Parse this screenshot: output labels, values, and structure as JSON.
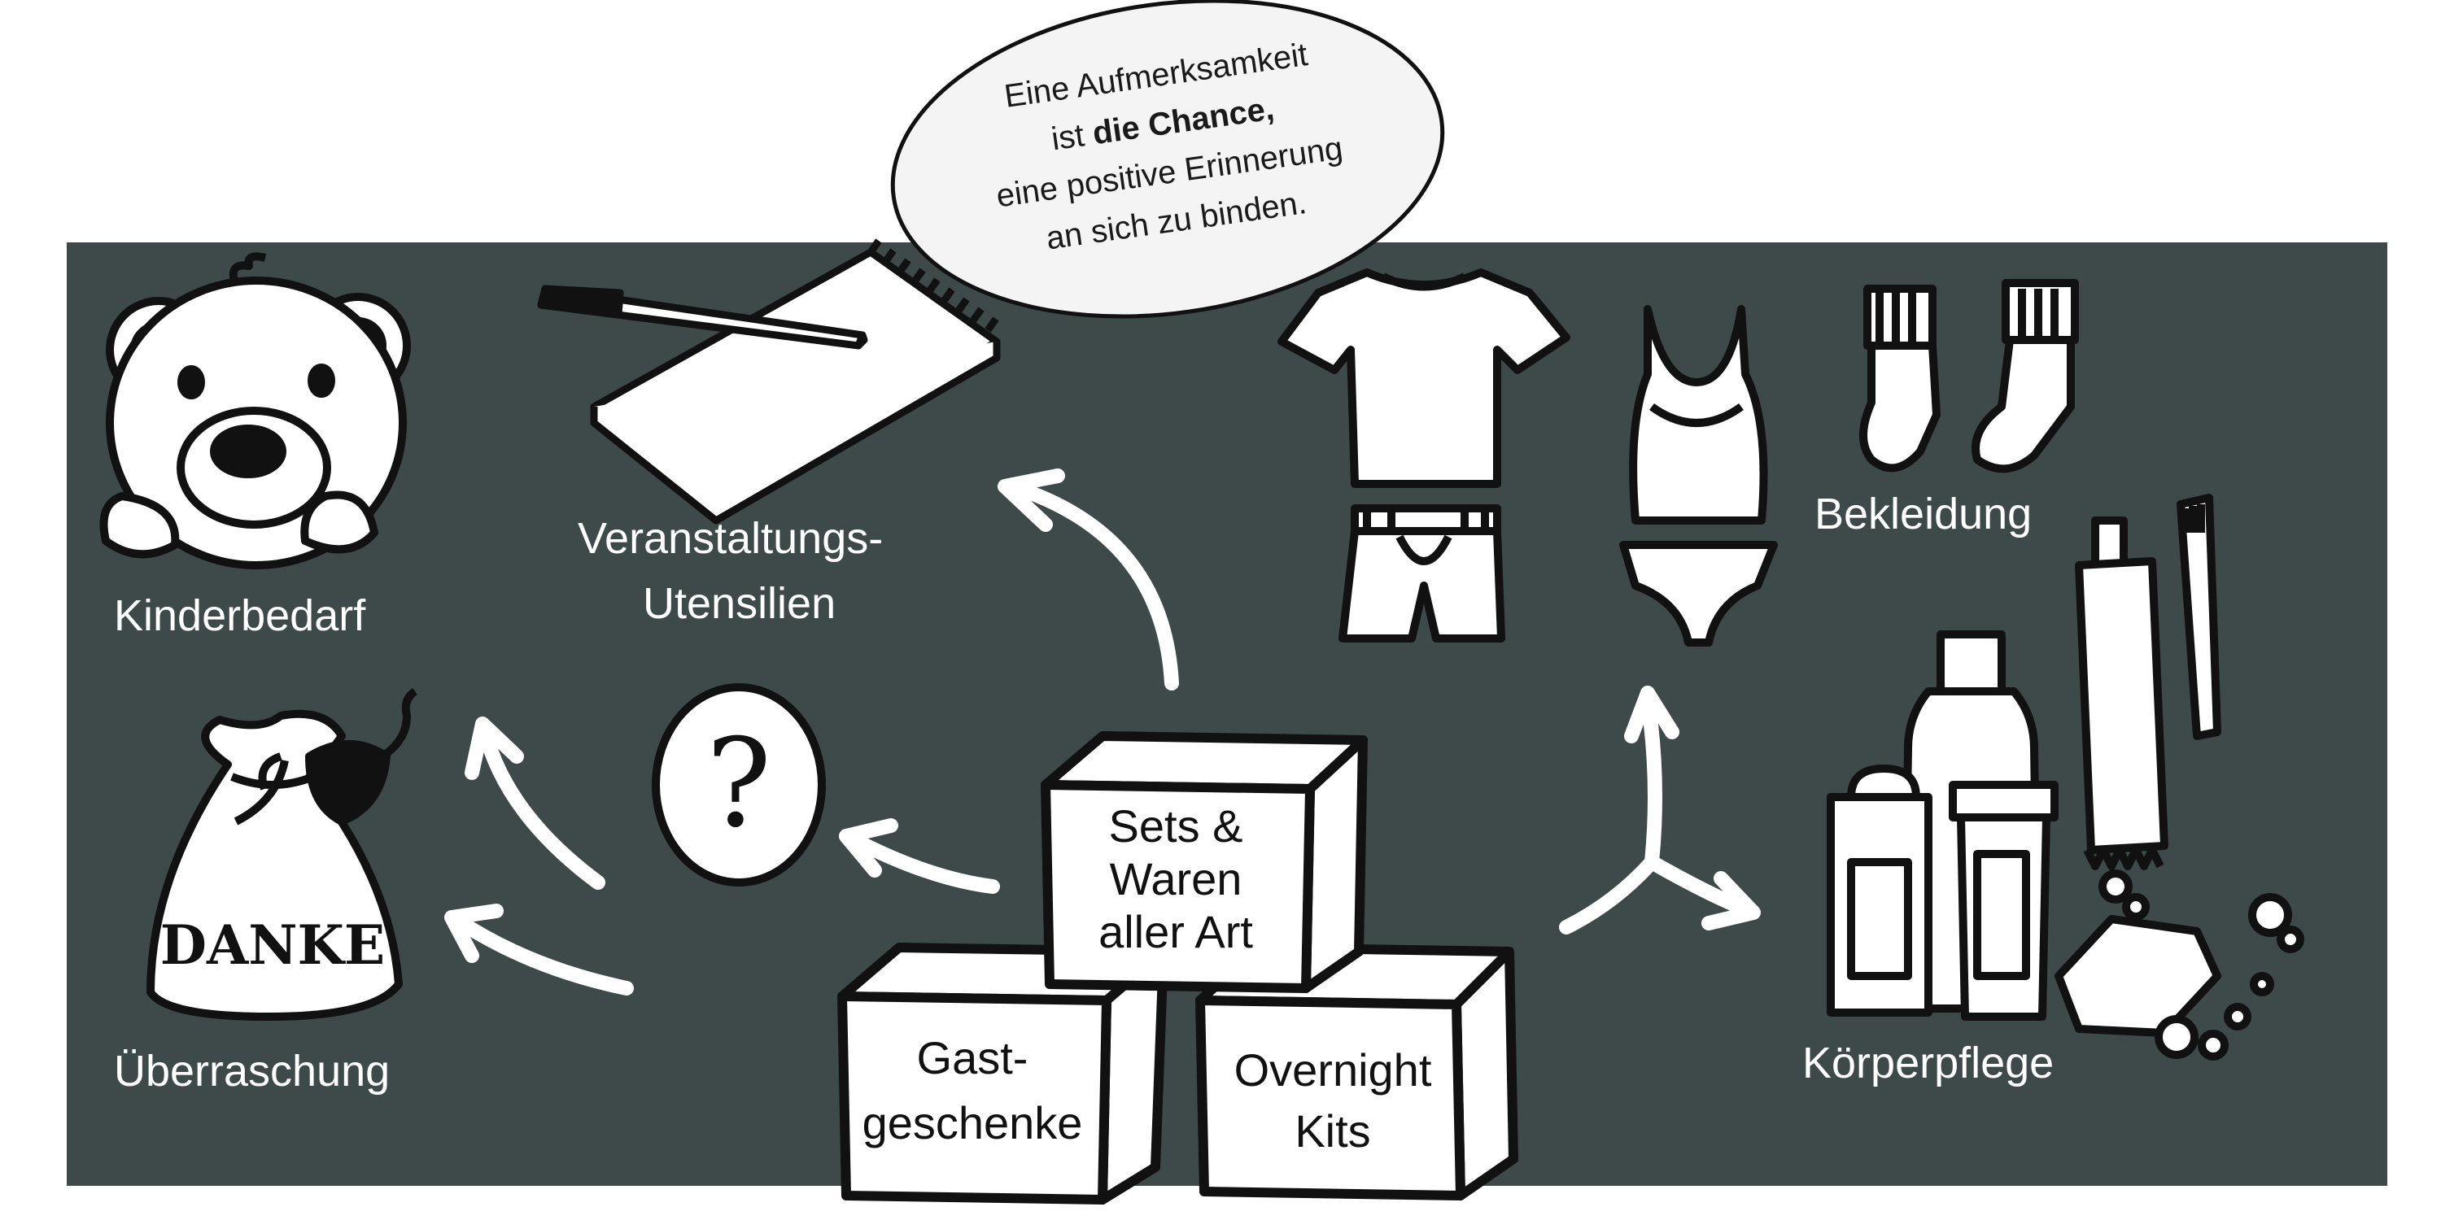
{
  "bubble": {
    "line1": "Eine Aufmerksamkeit",
    "line2_pre": "ist ",
    "line2_bold": "die Chance,",
    "line3": "eine positive Erinnerung",
    "line4": "an sich zu binden."
  },
  "labels": {
    "kinderbedarf": "Kinderbedarf",
    "veranstaltung_1": "Veranstaltungs-",
    "veranstaltung_2": "Utensilien",
    "bekleidung": "Bekleidung",
    "ueberraschung": "Überraschung",
    "koerperpflege": "Körperpflege"
  },
  "boxes": {
    "top_1": "Sets &",
    "top_2": "Waren",
    "top_3": "aller Art",
    "left_1": "Gast-",
    "left_2": "geschenke",
    "right_1": "Overnight",
    "right_2": "Kits"
  },
  "bag_text": "DANKE",
  "question_mark": "?",
  "colors": {
    "panel": "#3d4a49",
    "ink": "#111111",
    "paper": "#ffffff"
  }
}
